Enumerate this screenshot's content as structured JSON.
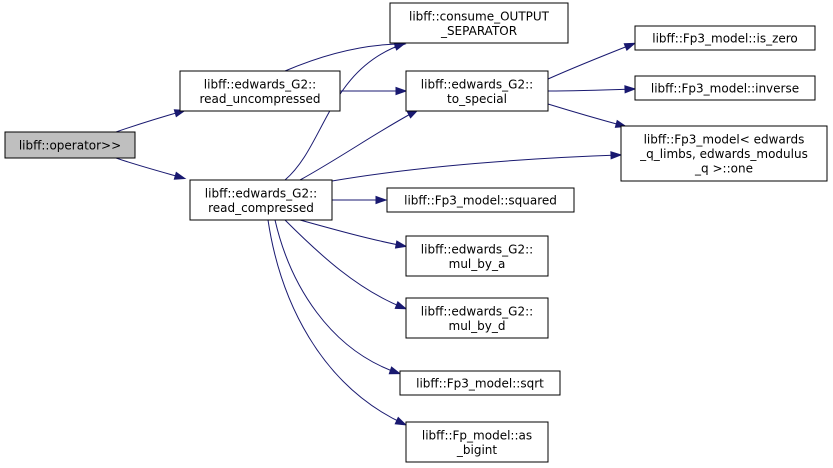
{
  "graph": {
    "nodes": {
      "operator": [
        "libff::operator>>"
      ],
      "read_uncompressed": [
        "libff::edwards_G2::",
        "read_uncompressed"
      ],
      "read_compressed": [
        "libff::edwards_G2::",
        "read_compressed"
      ],
      "consume_output_separator": [
        "libff::consume_OUTPUT",
        "_SEPARATOR"
      ],
      "to_special": [
        "libff::edwards_G2::",
        "to_special"
      ],
      "is_zero": [
        "libff::Fp3_model::is_zero"
      ],
      "inverse": [
        "libff::Fp3_model::inverse"
      ],
      "one": [
        "libff::Fp3_model< edwards",
        "_q_limbs, edwards_modulus",
        "_q >::one"
      ],
      "squared": [
        "libff::Fp3_model::squared"
      ],
      "mul_by_a": [
        "libff::edwards_G2::",
        "mul_by_a"
      ],
      "mul_by_d": [
        "libff::edwards_G2::",
        "mul_by_d"
      ],
      "sqrt": [
        "libff::Fp3_model::sqrt"
      ],
      "as_bigint": [
        "libff::Fp_model::as",
        "_bigint"
      ]
    },
    "edges": [
      [
        "operator",
        "read_uncompressed"
      ],
      [
        "operator",
        "read_compressed"
      ],
      [
        "read_uncompressed",
        "consume_output_separator"
      ],
      [
        "read_uncompressed",
        "to_special"
      ],
      [
        "read_compressed",
        "consume_output_separator"
      ],
      [
        "read_compressed",
        "to_special"
      ],
      [
        "read_compressed",
        "one"
      ],
      [
        "read_compressed",
        "squared"
      ],
      [
        "read_compressed",
        "mul_by_a"
      ],
      [
        "read_compressed",
        "mul_by_d"
      ],
      [
        "read_compressed",
        "sqrt"
      ],
      [
        "read_compressed",
        "as_bigint"
      ],
      [
        "to_special",
        "is_zero"
      ],
      [
        "to_special",
        "inverse"
      ],
      [
        "to_special",
        "one"
      ]
    ],
    "colors": {
      "edge": "#191970",
      "root_fill": "#bfbfbf",
      "node_fill": "#ffffff",
      "node_border": "#000000"
    }
  }
}
